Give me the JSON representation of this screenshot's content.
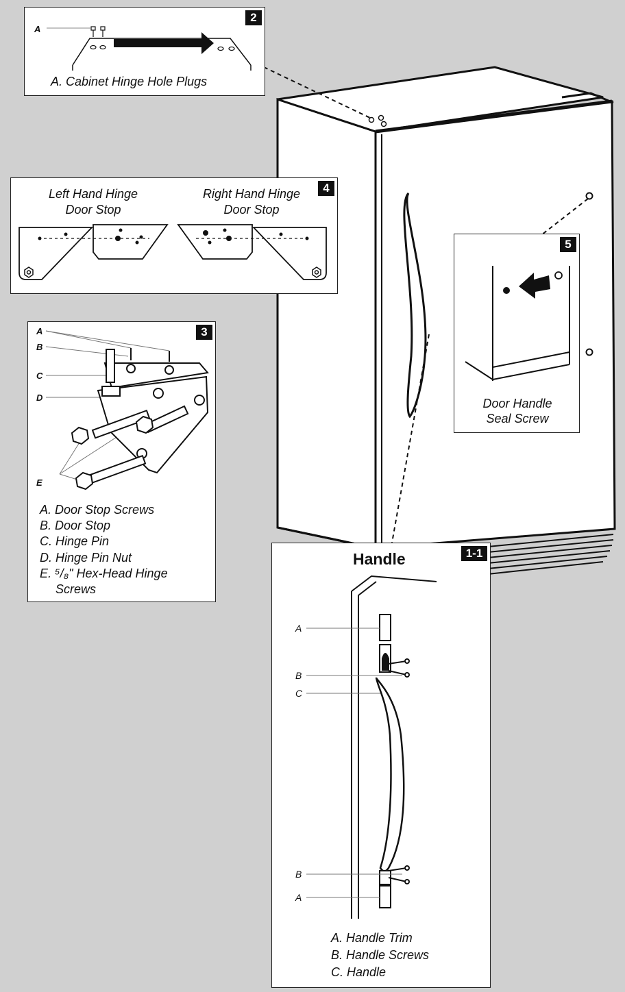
{
  "panel2": {
    "badge": "2",
    "letter_a": "A",
    "caption": "A. Cabinet Hinge Hole Plugs"
  },
  "panel4": {
    "badge": "4",
    "left_title_1": "Left Hand Hinge",
    "left_title_2": "Door Stop",
    "right_title_1": "Right Hand Hinge",
    "right_title_2": "Door Stop"
  },
  "panel3": {
    "badge": "3",
    "letters": [
      "A",
      "B",
      "C",
      "D",
      "E"
    ],
    "legend": [
      "A. Door Stop Screws",
      "B. Door Stop",
      "C. Hinge Pin",
      "D. Hinge Pin Nut",
      "E. ⁵/₈\" Hex-Head Hinge",
      "Screws"
    ]
  },
  "panel5": {
    "badge": "5",
    "caption_1": "Door Handle",
    "caption_2": "Seal Screw"
  },
  "panel11": {
    "badge": "1-1",
    "title": "Handle",
    "letters": [
      "A",
      "B",
      "C",
      "B",
      "A"
    ],
    "legend": [
      "A. Handle Trim",
      "B. Handle Screws",
      "C. Handle"
    ]
  }
}
